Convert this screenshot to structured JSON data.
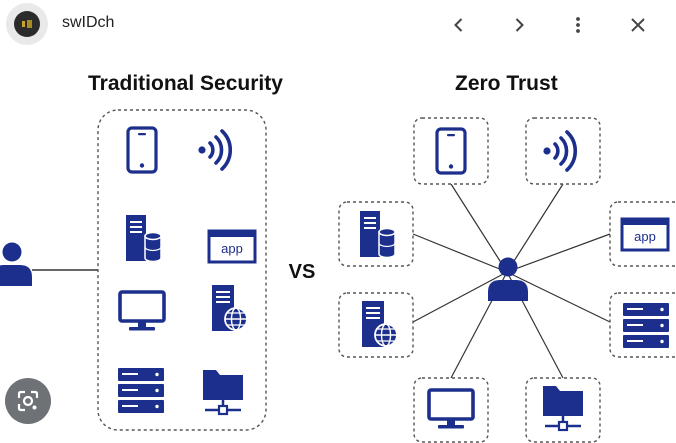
{
  "header": {
    "site_name": "swIDch",
    "icons": [
      "site-logo-icon",
      "chevron-left-icon",
      "chevron-right-icon",
      "more-vert-icon",
      "close-icon"
    ]
  },
  "diagram": {
    "left_heading": "Traditional Security",
    "right_heading": "Zero Trust",
    "vs_label": "VS",
    "app_label": "app",
    "colors": {
      "primary": "#1c2f8c",
      "line": "#333333",
      "dashed_border": "#555555"
    },
    "left_icons": [
      "user-icon",
      "mobile-phone-icon",
      "wifi-signal-icon",
      "server-database-icon",
      "app-window-icon",
      "monitor-icon",
      "server-web-icon",
      "server-rack-icon",
      "network-folder-icon"
    ],
    "right_icons": [
      "user-icon",
      "mobile-phone-icon",
      "wifi-signal-icon",
      "server-database-icon",
      "app-window-icon",
      "server-web-icon",
      "server-rack-icon",
      "monitor-icon",
      "network-folder-icon"
    ]
  },
  "overlay": {
    "lens_icon": "google-lens-icon"
  }
}
